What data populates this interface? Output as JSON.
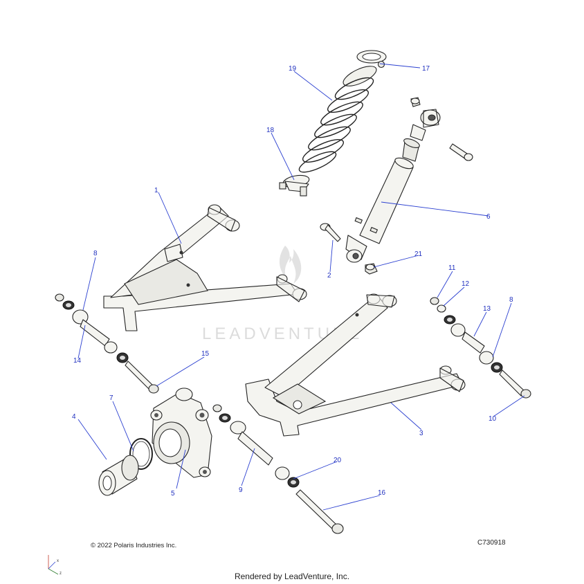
{
  "diagram": {
    "watermark": "LEADVENTURE",
    "copyright": "© 2022 Polaris Industries Inc.",
    "diagram_code": "C730918",
    "rendered_by": "Rendered by LeadVenture, Inc.",
    "axis_labels": {
      "x": "x",
      "z": "z"
    },
    "callouts": [
      "1",
      "2",
      "3",
      "4",
      "5",
      "6",
      "7",
      "8",
      "8",
      "9",
      "10",
      "11",
      "12",
      "13",
      "14",
      "15",
      "16",
      "17",
      "18",
      "19",
      "20",
      "21"
    ],
    "colors": {
      "callout": "#1f2fbf",
      "line": "#222222",
      "part_fill": "#f4f4f0"
    }
  }
}
